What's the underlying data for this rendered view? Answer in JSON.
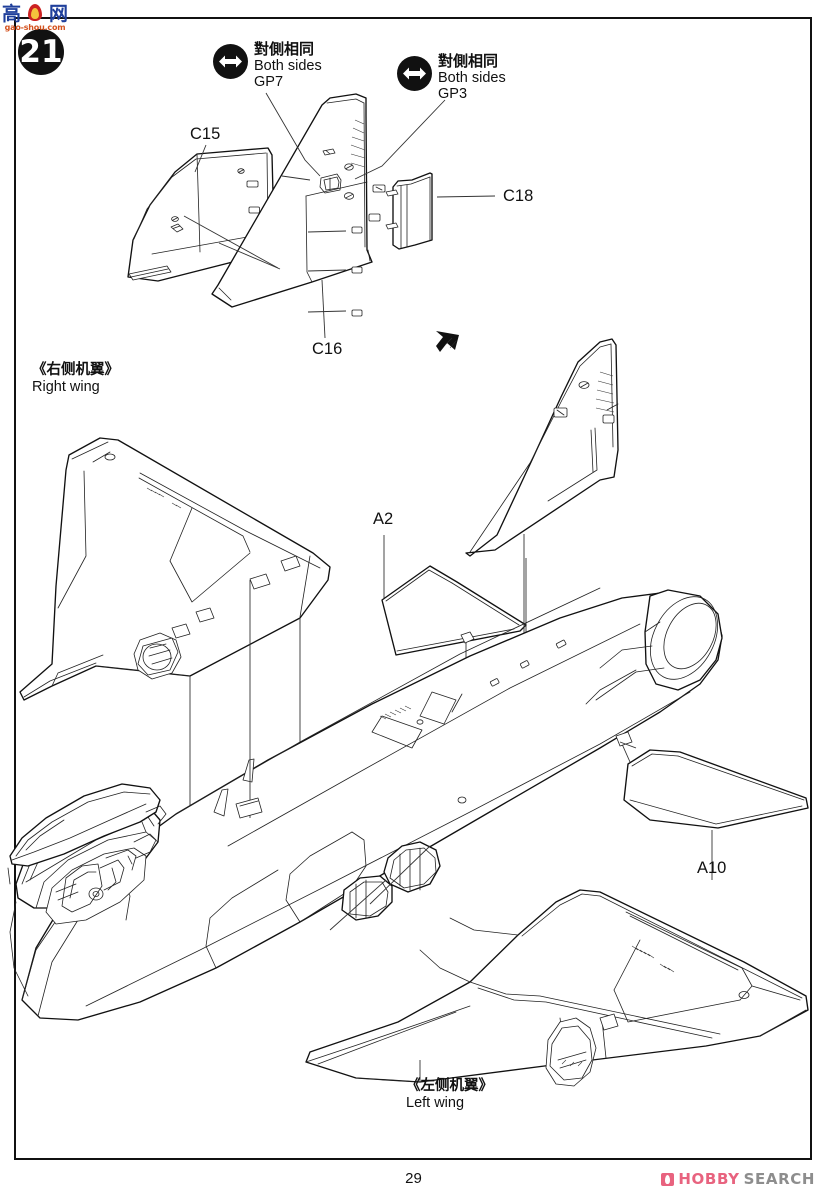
{
  "document": {
    "type": "model-kit-assembly-instruction",
    "page_number": "29",
    "step_number": "21"
  },
  "watermark": {
    "han_left": "高",
    "han_right": "网",
    "icon": "flame-icon",
    "url": "gao-shou.com"
  },
  "callouts": [
    {
      "id": "gp7",
      "icon": "both-sides-arrow-icon",
      "cn": "對側相同",
      "en": "Both sides",
      "part": "GP7"
    },
    {
      "id": "gp3",
      "icon": "both-sides-arrow-icon",
      "cn": "對側相同",
      "en": "Both sides",
      "part": "GP3"
    }
  ],
  "part_labels": [
    {
      "id": "c15",
      "text": "C15"
    },
    {
      "id": "c16",
      "text": "C16"
    },
    {
      "id": "c18",
      "text": "C18"
    },
    {
      "id": "a2",
      "text": "A2"
    },
    {
      "id": "a10",
      "text": "A10"
    }
  ],
  "wing_labels": [
    {
      "id": "right-wing",
      "cn": "《右侧机翼》",
      "en": "Right wing"
    },
    {
      "id": "left-wing",
      "cn": "《左侧机翼》",
      "en": "Left wing"
    }
  ],
  "footer": {
    "page_number": "29",
    "brand_primary": "HOBBY",
    "brand_secondary": "SEARCH",
    "brand_primary_color": "#e8637f",
    "brand_secondary_color": "#8d8d8d"
  },
  "colors": {
    "line": "#111111",
    "paper": "#ffffff",
    "badge": "#111111",
    "watermark_blue": "#1f3f9b",
    "watermark_orange": "#d4521e"
  }
}
